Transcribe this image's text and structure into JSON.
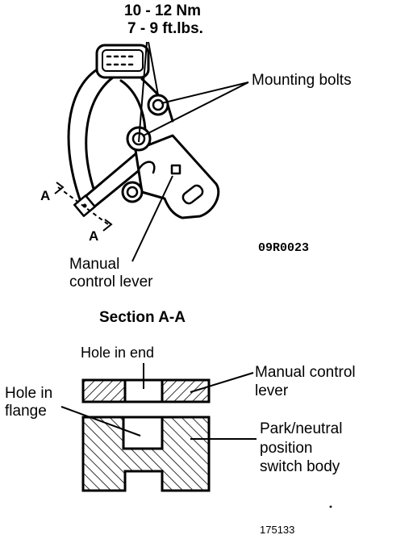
{
  "torque": {
    "metric": "10 - 12 Nm",
    "imperial": "7 - 9 ft.lbs."
  },
  "labels": {
    "mounting_bolts": "Mounting bolts",
    "section_marker_upper": "A",
    "section_marker_lower": "A",
    "manual_control_lever_line1": "Manual",
    "manual_control_lever_line2": "control lever",
    "figure_code_upper": "09R0023",
    "section_title": "Section A-A",
    "hole_in_end": "Hole in end",
    "hole_in_flange_line1": "Hole in",
    "hole_in_flange_line2": "flange",
    "section_manual_control_line1": "Manual control",
    "section_manual_control_line2": "lever",
    "switch_body_line1": "Park/neutral",
    "switch_body_line2": "position",
    "switch_body_line3": "switch body",
    "figure_code_lower": "175133"
  },
  "colors": {
    "ink": "#000000",
    "paper": "#ffffff"
  }
}
